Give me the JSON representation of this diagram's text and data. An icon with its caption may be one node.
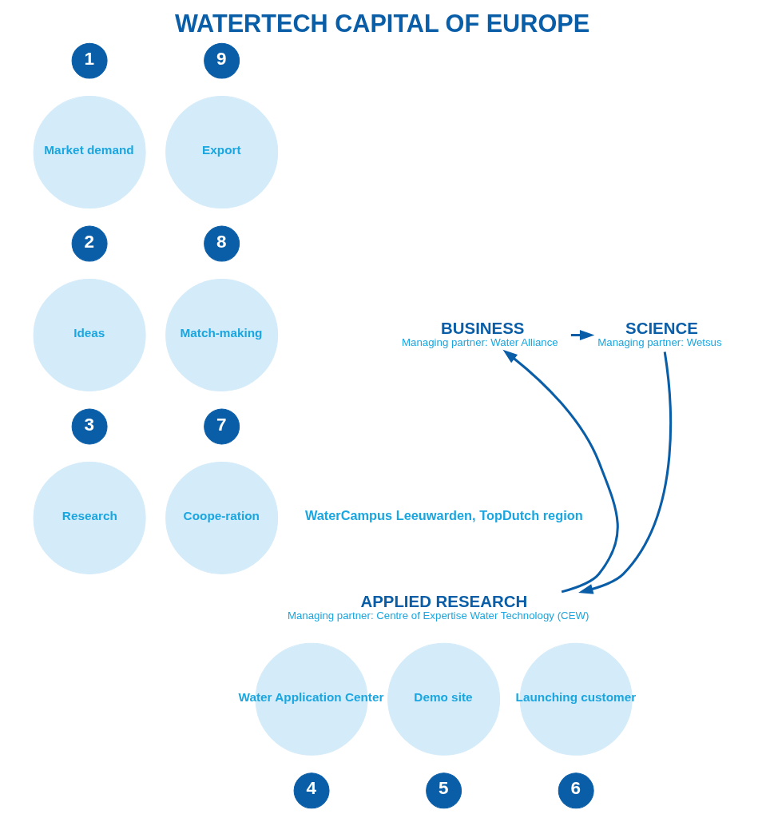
{
  "diagram": {
    "title": "WATERTECH CAPITAL OF EUROPE",
    "nodes": [
      {
        "text": [
          "1"
        ]
      },
      {
        "text": [
          "Market demand"
        ]
      },
      {
        "text": [
          "2"
        ]
      },
      {
        "text": [
          "Ideas"
        ]
      },
      {
        "text": [
          "3"
        ]
      },
      {
        "text": [
          "Research"
        ]
      },
      {
        "text": [
          "4"
        ]
      },
      {
        "text": [
          "Water Application Center"
        ]
      },
      {
        "text": [
          "5"
        ]
      },
      {
        "text": [
          "Demo site"
        ]
      },
      {
        "text": [
          "6"
        ]
      },
      {
        "text": [
          "Launching customer"
        ]
      },
      {
        "text": [
          "7"
        ]
      },
      {
        "text": [
          "Coope-ration"
        ]
      },
      {
        "text": [
          "8"
        ]
      },
      {
        "text": [
          "Match-making"
        ]
      },
      {
        "text": [
          "9"
        ]
      },
      {
        "text": [
          "Export"
        ]
      },
      {
        "text": [
          "BUSINESS",
          "Managing partner: Water Alliance"
        ]
      },
      {
        "text": [
          "SCIENCE",
          "Managing partner: Wetsus"
        ]
      },
      {
        "text": [
          "APPLIED RESEARCH",
          "Managing partner: Centre of Expertise Water Technology (CEW)"
        ]
      }
    ],
    "edges": [
      {
        "from": 18,
        "to": 19,
        "arrow": "to"
      },
      {
        "from": 19,
        "to": 20,
        "arrow": "to"
      },
      {
        "from": 20,
        "to": 18,
        "arrow": "to"
      }
    ],
    "labels": [
      "WaterCampus Leeuwarden, TopDutch region"
    ]
  }
}
